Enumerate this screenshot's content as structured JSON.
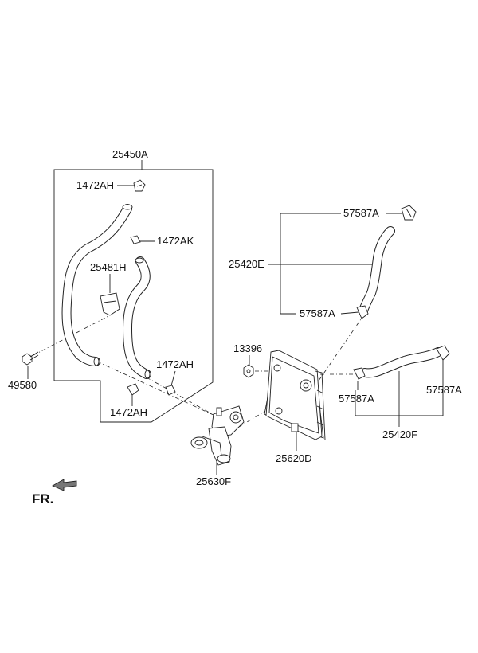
{
  "labels": {
    "l25450A": "25450A",
    "l1472AH_top": "1472AH",
    "l1472AK": "1472AK",
    "l25481H": "25481H",
    "l1472AH_mid": "1472AH",
    "l1472AH_bot": "1472AH",
    "l49580": "49580",
    "l57587A_1": "57587A",
    "l25420E": "25420E",
    "l57587A_2": "57587A",
    "l13396": "13396",
    "l57587A_3": "57587A",
    "l57587A_4": "57587A",
    "l25420F": "25420F",
    "l25620D": "25620D",
    "l25630F": "25630F",
    "fr": "FR."
  },
  "icons": {
    "front_arrow": "arrow-left-icon"
  },
  "colors": {
    "line": "#222222",
    "background": "#ffffff"
  }
}
